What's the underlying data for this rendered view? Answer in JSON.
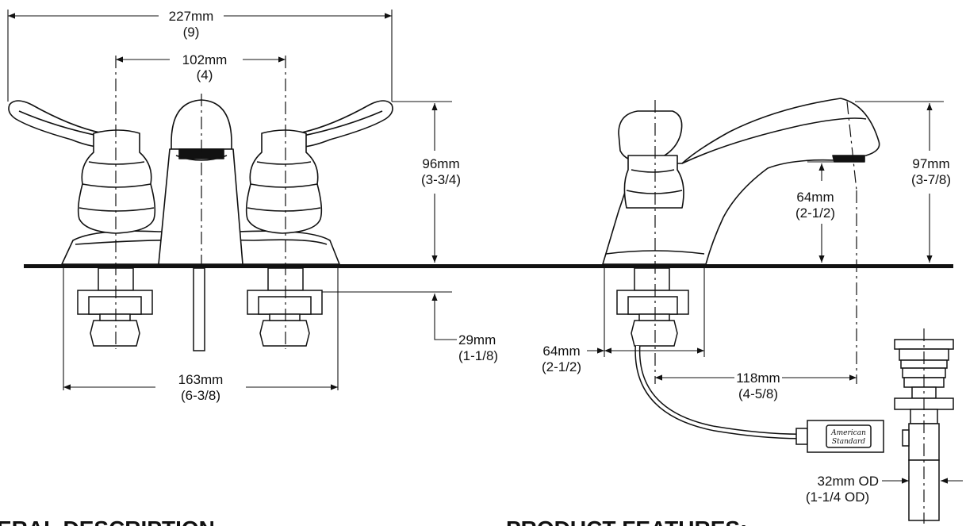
{
  "dimensions": {
    "overall_width": {
      "metric": "227mm",
      "imperial": "(9)"
    },
    "center_spacing": {
      "metric": "102mm",
      "imperial": "(4)"
    },
    "front_height": {
      "metric": "96mm",
      "imperial": "(3-3/4)"
    },
    "below_deck": {
      "metric": "29mm",
      "imperial": "(1-1/8)"
    },
    "base_width": {
      "metric": "163mm",
      "imperial": "(6-3/8)"
    },
    "side_height": {
      "metric": "97mm",
      "imperial": "(3-7/8)"
    },
    "spout_clearance": {
      "metric": "64mm",
      "imperial": "(2-1/2)"
    },
    "side_base_width": {
      "metric": "64mm",
      "imperial": "(2-1/2)"
    },
    "spout_reach": {
      "metric": "118mm",
      "imperial": "(4-5/8)"
    },
    "drain_od": {
      "metric": "32mm OD",
      "imperial": "(1-1/4 OD)"
    }
  },
  "logo": {
    "line1": "American",
    "line2": "Standard"
  },
  "headings": {
    "general_description": "ERAL DESCRIPTION",
    "product_features": "PRODUCT FEATURES:"
  }
}
